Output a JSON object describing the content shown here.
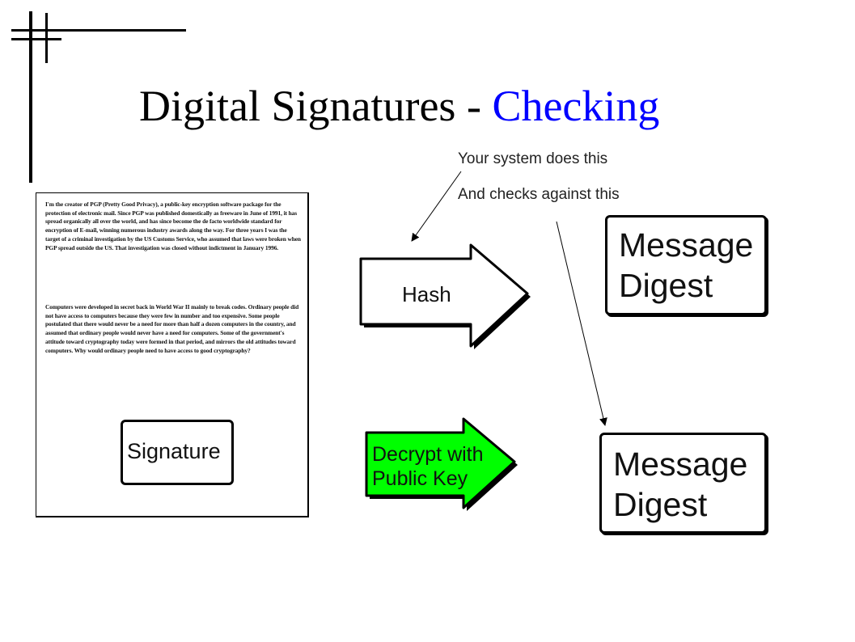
{
  "title": {
    "main": "Digital Signatures - ",
    "accent": "Checking"
  },
  "captions": {
    "system": "Your system does this",
    "checks": "And checks against this"
  },
  "document": {
    "paragraph1": "I'm the creator of PGP (Pretty Good Privacy), a public-key encryption software package for the protection of electronic mail. Since PGP was published domestically as freeware in June of 1991, it has spread organically all over the world, and has since become the de facto worldwide standard for encryption of E-mail, winning numerous industry awards along the way. For three years I was the target of a criminal investigation by the US Customs Service, who assumed that laws were broken when PGP spread outside the US. That investigation was closed without indictment in January 1996.",
    "paragraph2": "Computers were developed in secret back in World War II mainly to break codes. Ordinary people did not have access to computers because they were few in number and too expensive. Some people postulated that there would never be a need for more than half a dozen computers in the country, and assumed that ordinary people would never have a need for computers. Some of the government's attitude toward cryptography today were formed in that period, and mirrors the old attitudes toward computers. Why would ordinary people need to have access to good cryptography?",
    "signature": "Signature"
  },
  "arrows": {
    "hash": "Hash",
    "decrypt_line1": "Decrypt with",
    "decrypt_line2": "Public Key"
  },
  "digest_top": {
    "line1": "Message",
    "line2": "Digest"
  },
  "digest_bottom": {
    "line1": "Message",
    "line2": "Digest"
  },
  "colors": {
    "accent": "#0000ff",
    "decrypt_fill": "#00ff00"
  }
}
